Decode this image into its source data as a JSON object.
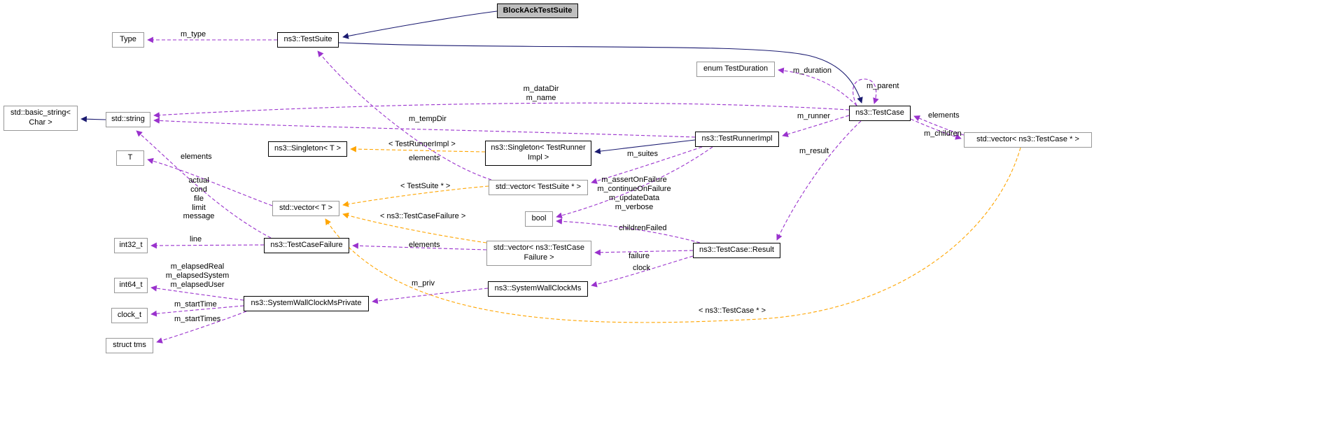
{
  "diagram": {
    "kind": "collaboration-class-diagram",
    "colors": {
      "inheritance_edge": "#1a1a70",
      "usage_edge": "#9a32cd",
      "template_edge": "#ffa500",
      "node_fill": "#ffffff",
      "central_node_fill": "#bfbfbf",
      "documented_node_border": "#000000",
      "external_node_border": "#989898"
    }
  },
  "nodes": [
    {
      "label": "BlockAckTestSuite",
      "kind": "central"
    },
    {
      "label": "ns3::TestSuite",
      "kind": "documented"
    },
    {
      "label": "Type",
      "kind": "external"
    },
    {
      "label": "enum TestDuration",
      "kind": "external"
    },
    {
      "label": "ns3::TestCase",
      "kind": "documented"
    },
    {
      "label": "std::basic_string<\nChar >",
      "kind": "external"
    },
    {
      "label": "std::string",
      "kind": "external"
    },
    {
      "label": "ns3::TestRunnerImpl",
      "kind": "documented"
    },
    {
      "label": "std::vector< ns3::TestCase * >",
      "kind": "external"
    },
    {
      "label": "ns3::Singleton< T >",
      "kind": "documented"
    },
    {
      "label": "ns3::Singleton< TestRunner\nImpl >",
      "kind": "documented"
    },
    {
      "label": "T",
      "kind": "external"
    },
    {
      "label": "std::vector< TestSuite * >",
      "kind": "external"
    },
    {
      "label": "std::vector< T >",
      "kind": "external"
    },
    {
      "label": "bool",
      "kind": "external"
    },
    {
      "label": "int32_t",
      "kind": "external"
    },
    {
      "label": "ns3::TestCaseFailure",
      "kind": "documented"
    },
    {
      "label": "std::vector< ns3::TestCase\nFailure >",
      "kind": "external"
    },
    {
      "label": "ns3::TestCase::Result",
      "kind": "documented"
    },
    {
      "label": "int64_t",
      "kind": "external"
    },
    {
      "label": "ns3::SystemWallClockMs",
      "kind": "documented"
    },
    {
      "label": "ns3::SystemWallClockMsPrivate",
      "kind": "documented"
    },
    {
      "label": "clock_t",
      "kind": "external"
    },
    {
      "label": "struct tms",
      "kind": "external"
    }
  ],
  "edges": [
    {
      "from": "BlockAckTestSuite",
      "to": "ns3::TestSuite",
      "kind": "inheritance",
      "label": ""
    },
    {
      "from": "ns3::TestSuite",
      "to": "ns3::TestCase",
      "kind": "inheritance",
      "label": ""
    },
    {
      "from": "std::string",
      "to": "std::basic_string< Char >",
      "kind": "inheritance",
      "label": ""
    },
    {
      "from": "ns3::TestRunnerImpl",
      "to": "ns3::Singleton< TestRunnerImpl >",
      "kind": "inheritance",
      "label": ""
    },
    {
      "from": "ns3::TestSuite",
      "to": "Type",
      "kind": "usage",
      "label": "m_type"
    },
    {
      "from": "ns3::TestCase",
      "to": "std::string",
      "kind": "usage",
      "label": "m_dataDir\nm_name"
    },
    {
      "from": "ns3::TestRunnerImpl",
      "to": "std::string",
      "kind": "usage",
      "label": "m_tempDir"
    },
    {
      "from": "ns3::TestCase",
      "to": "enum TestDuration",
      "kind": "usage",
      "label": "m_duration"
    },
    {
      "from": "ns3::TestCase",
      "to": "ns3::TestCase",
      "kind": "usage",
      "label": "m_parent"
    },
    {
      "from": "std::vector< ns3::TestCase * >",
      "to": "ns3::TestCase",
      "kind": "usage",
      "label": "elements"
    },
    {
      "from": "ns3::TestCase",
      "to": "std::vector< ns3::TestCase * >",
      "kind": "usage",
      "label": "m_children"
    },
    {
      "from": "ns3::TestCase",
      "to": "ns3::TestRunnerImpl",
      "kind": "usage",
      "label": "m_runner"
    },
    {
      "from": "ns3::TestRunnerImpl",
      "to": "std::vector< TestSuite * >",
      "kind": "usage",
      "label": "m_suites"
    },
    {
      "from": "std::vector< TestSuite * >",
      "to": "ns3::TestSuite",
      "kind": "usage",
      "label": "elements"
    },
    {
      "from": "std::vector< T >",
      "to": "T",
      "kind": "usage",
      "label": "elements"
    },
    {
      "from": "ns3::TestCaseFailure",
      "to": "std::string",
      "kind": "usage",
      "label": "actual\ncond\nfile\nlimit\nmessage"
    },
    {
      "from": "ns3::TestCaseFailure",
      "to": "int32_t",
      "kind": "usage",
      "label": "line"
    },
    {
      "from": "ns3::TestRunnerImpl",
      "to": "bool",
      "kind": "usage",
      "label": "m_assertOnFailure\nm_continueOnFailure\nm_updateData\nm_verbose"
    },
    {
      "from": "ns3::TestCase::Result",
      "to": "bool",
      "kind": "usage",
      "label": "childrenFailed"
    },
    {
      "from": "ns3::TestCase::Result",
      "to": "std::vector< ns3::TestCaseFailure >",
      "kind": "usage",
      "label": "failure"
    },
    {
      "from": "ns3::TestCase::Result",
      "to": "ns3::SystemWallClockMs",
      "kind": "usage",
      "label": "clock"
    },
    {
      "from": "std::vector< ns3::TestCaseFailure >",
      "to": "ns3::TestCaseFailure",
      "kind": "usage",
      "label": "elements"
    },
    {
      "from": "ns3::TestCase",
      "to": "ns3::TestCase::Result",
      "kind": "usage",
      "label": "m_result"
    },
    {
      "from": "ns3::SystemWallClockMs",
      "to": "ns3::SystemWallClockMsPrivate",
      "kind": "usage",
      "label": "m_priv"
    },
    {
      "from": "ns3::SystemWallClockMsPrivate",
      "to": "int64_t",
      "kind": "usage",
      "label": "m_elapsedReal\nm_elapsedSystem\nm_elapsedUser"
    },
    {
      "from": "ns3::SystemWallClockMsPrivate",
      "to": "clock_t",
      "kind": "usage",
      "label": "m_startTime"
    },
    {
      "from": "ns3::SystemWallClockMsPrivate",
      "to": "struct tms",
      "kind": "usage",
      "label": "m_startTimes"
    },
    {
      "from": "ns3::Singleton< TestRunnerImpl >",
      "to": "ns3::Singleton< T >",
      "kind": "template",
      "label": "< TestRunnerImpl >"
    },
    {
      "from": "std::vector< TestSuite * >",
      "to": "std::vector< T >",
      "kind": "template",
      "label": "< TestSuite * >"
    },
    {
      "from": "std::vector< ns3::TestCaseFailure >",
      "to": "std::vector< T >",
      "kind": "template",
      "label": "< ns3::TestCaseFailure >"
    },
    {
      "from": "std::vector< ns3::TestCase * >",
      "to": "std::vector< T >",
      "kind": "template",
      "label": "< ns3::TestCase * >"
    }
  ]
}
